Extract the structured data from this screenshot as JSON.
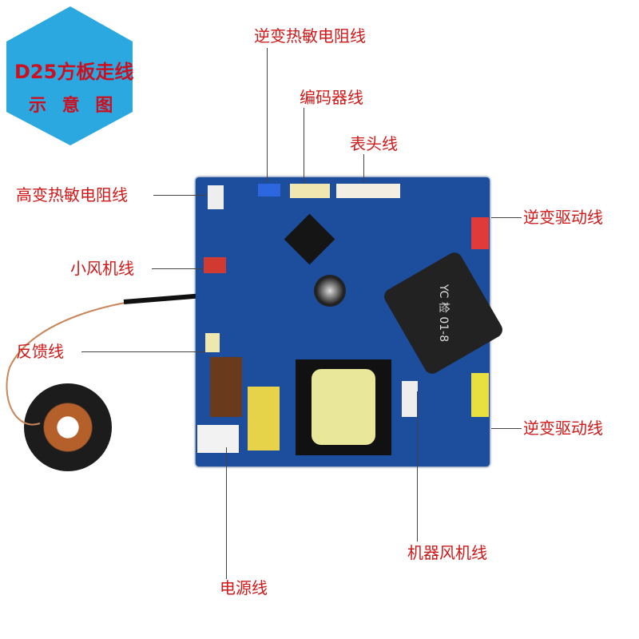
{
  "badge": {
    "line1": "D25方板走线",
    "line2": "示 意 图",
    "color": "#2aa8df"
  },
  "labels": {
    "inverter_thermistor": "逆变热敏电阻线",
    "encoder": "编码器线",
    "meter_head": "表头线",
    "high_voltage_thermistor": "高变热敏电阻线",
    "inverter_drive_top": "逆变驱动线",
    "small_fan": "小风机线",
    "feedback": "反馈线",
    "inverter_drive_bottom": "逆变驱动线",
    "machine_fan": "机器风机线",
    "power": "电源线"
  },
  "board_marking": "YC 检 01-8"
}
